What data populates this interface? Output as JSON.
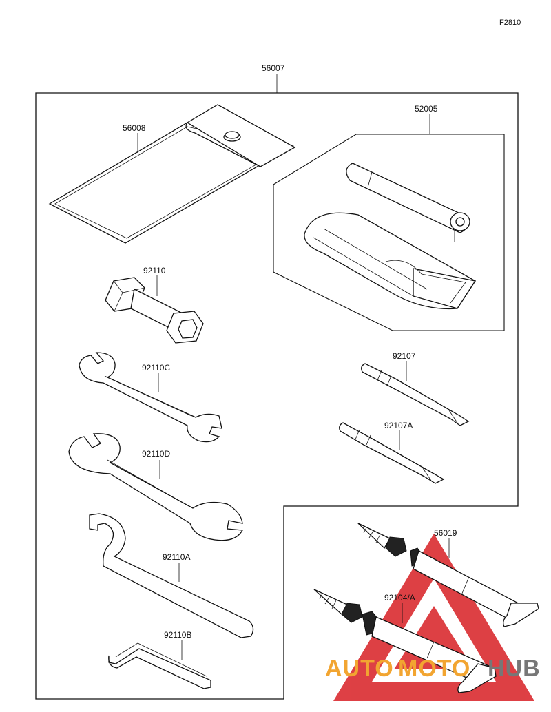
{
  "diagram": {
    "figure_ref": "F2810",
    "parts": {
      "kit": "56007",
      "case": "56008",
      "pump_bag": "52005",
      "box_wrench": "92110",
      "wrench_c": "92110C",
      "wrench_d": "92110D",
      "hook_wrench": "92110A",
      "hex_key": "92110B",
      "screwdriver": "92107",
      "screwdriver_a": "92107A",
      "tube_upper": "56019",
      "tube_lower": "92104/A"
    }
  },
  "watermark": {
    "text_auto": "AUTO",
    "text_moto": "MOTO",
    "text_hub": "HUB",
    "colors": {
      "orange": "#f2a531",
      "red": "#d9262b",
      "gray": "#777777"
    }
  }
}
